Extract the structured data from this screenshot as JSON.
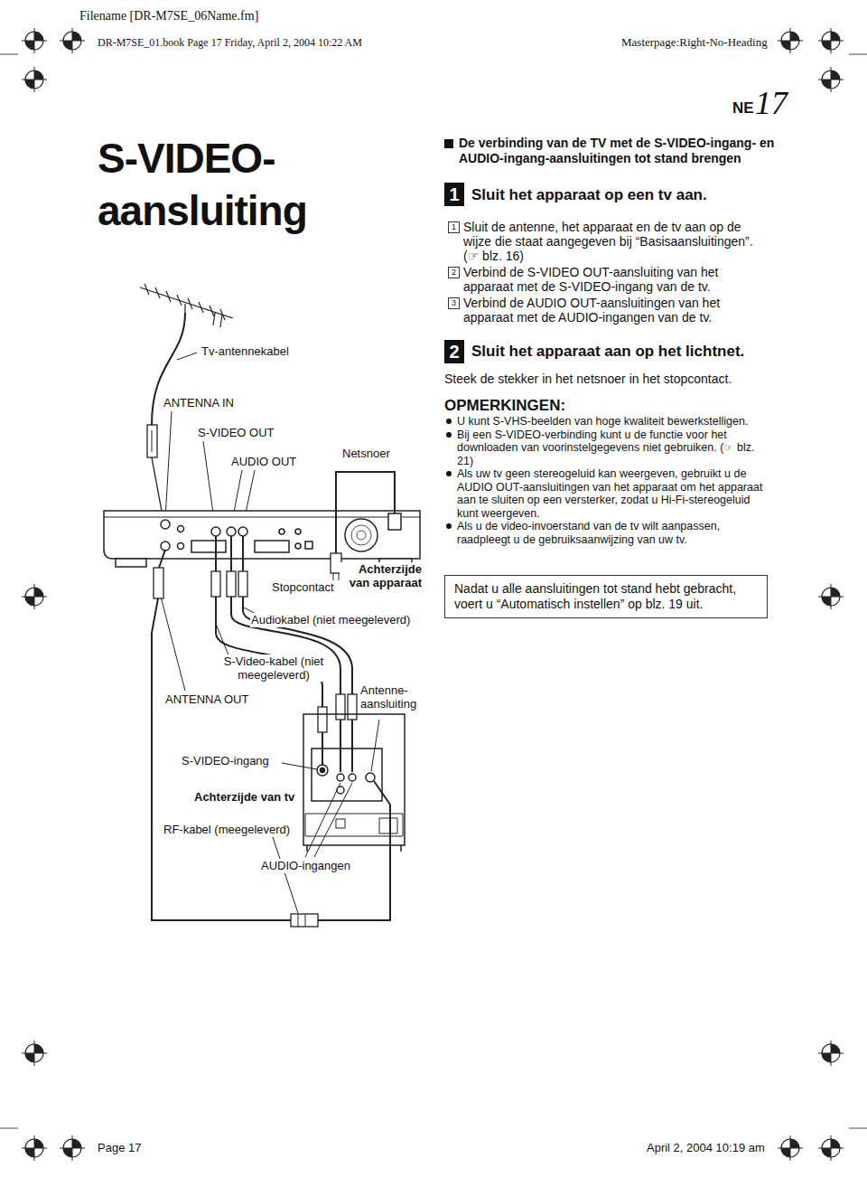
{
  "diagram": {
    "title": "S-VIDEO- aansluiting",
    "nodes": [
      {
        "text": [
          "1"
        ]
      },
      {
        "text": [
          "1"
        ]
      },
      {
        "text": [
          "2"
        ]
      },
      {
        "text": [
          "3"
        ]
      },
      {
        "text": [
          "2"
        ]
      },
      {
        "text": [
          "Nadat u alle aansluitingen tot stand hebt gebracht, voert u “Automatisch instellen” op blz. 19 uit."
        ]
      }
    ],
    "labels": [
      "Filename [DR-M7SE_06Name.fm]",
      "DR-M7SE_01.book  Page 17  Friday, April 2, 2004  10:22 AM",
      "Masterpage:Right-No-Heading",
      "NE",
      "17",
      "De verbinding van de TV met de S-VIDEO-ingang- en AUDIO-ingang-aansluitingen tot stand brengen",
      "Sluit het apparaat op een tv aan.",
      "Sluit de antenne, het apparaat en de tv aan op de wijze die staat aangegeven bij “Basisaansluitingen”. (☞ blz. 16)",
      "Verbind de S-VIDEO OUT-aansluiting van het apparaat met de S-VIDEO-ingang van de tv.",
      "Verbind de AUDIO OUT-aansluitingen van het apparaat met de AUDIO-ingangen van de tv.",
      "Sluit het apparaat aan op het lichtnet.",
      "Steek de stekker in het netsnoer in het stopcontact.",
      "OPMERKINGEN:",
      "U kunt S-VHS-beelden van hoge kwaliteit bewerkstelligen.",
      "Bij een S-VIDEO-verbinding kunt u de functie voor het downloaden van voorinstelgegevens niet gebruiken. (☞ blz. 21)",
      "Als uw tv geen stereogeluid kan weergeven, gebruikt u de AUDIO OUT-aansluitingen van het apparaat om het apparaat aan te sluiten op een versterker, zodat u Hi-Fi-stereogeluid kunt weergeven.",
      "Als u de video-invoerstand van de tv wilt aanpassen, raadpleegt u de gebruiksaanwijzing van uw tv.",
      "Tv-antennekabel",
      "ANTENNA IN",
      "S-VIDEO OUT",
      "AUDIO OUT",
      "Netsnoer",
      "Achterzijde van apparaat",
      "Stopcontact",
      "Audiokabel (niet meegeleverd)",
      "S-Video-kabel (niet meegeleverd)",
      "ANTENNA OUT",
      "Antenne- aansluiting",
      "S-VIDEO-ingang",
      "Achterzijde van tv",
      "RF-kabel (meegeleverd)",
      "AUDIO-ingangen",
      "Page 17",
      "April 2, 2004 10:19 am"
    ]
  }
}
